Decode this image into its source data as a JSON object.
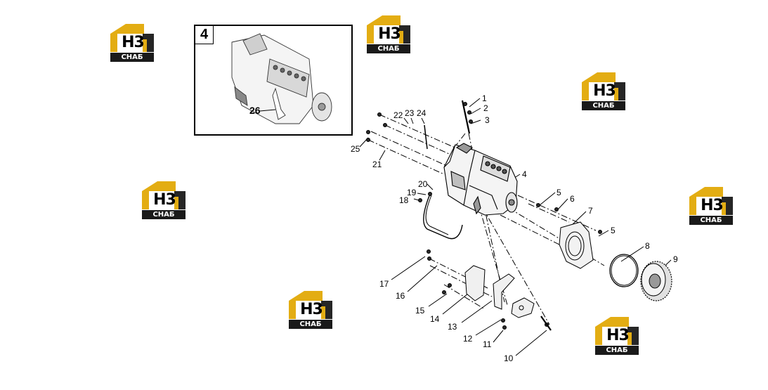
{
  "logo": {
    "mark": "H3",
    "band": "СНАБ",
    "colors": {
      "roof": "#e3ad13",
      "band": "#1a1a1a",
      "shadow": "#262626"
    }
  },
  "inset": {
    "number": "4",
    "part_label": "26"
  },
  "callouts": [
    "1",
    "2",
    "3",
    "4",
    "5",
    "6",
    "7",
    "5",
    "8",
    "9",
    "10",
    "11",
    "12",
    "13",
    "14",
    "15",
    "16",
    "17",
    "18",
    "19",
    "20",
    "21",
    "22",
    "23",
    "24",
    "25"
  ]
}
